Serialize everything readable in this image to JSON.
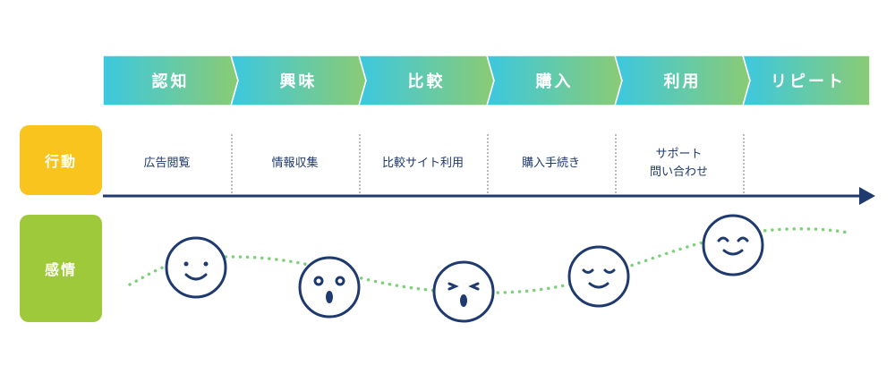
{
  "stages": [
    "認知",
    "興味",
    "比較",
    "購入",
    "利用",
    "リピート"
  ],
  "rows": {
    "action": "行動",
    "emotion": "感情"
  },
  "actions": [
    "広告閲覧",
    "情報収集",
    "比較サイト利用",
    "購入手続き",
    "サポート\n問い合わせ"
  ],
  "emotions": [
    "smile",
    "surprised",
    "frustrated",
    "content",
    "happy"
  ],
  "colors": {
    "gradient_start": "#3CC8E0",
    "gradient_end": "#8ACB74",
    "action": "#F9C41E",
    "emotion": "#9DC93A",
    "navy": "#1F3A6E"
  }
}
